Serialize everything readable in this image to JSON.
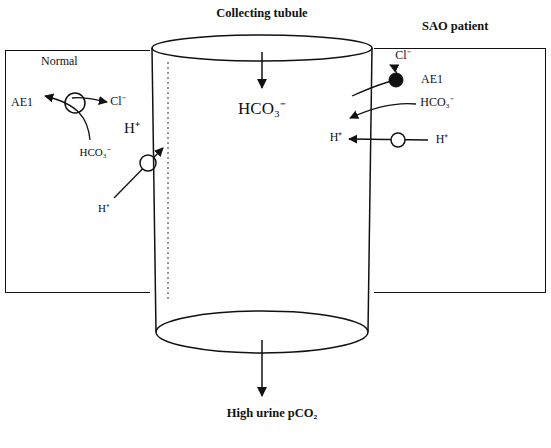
{
  "diagram": {
    "nodes": [
      {
        "text": [
          "Normal"
        ]
      },
      {
        "text": [
          "Collecting tubule",
          "HCO₃⁻"
        ]
      },
      {
        "text": [
          "SAO patient"
        ]
      }
    ],
    "labels": [
      "AE1",
      "Cl⁻",
      "HCO₃⁻",
      "H⁺",
      "H⁺",
      "AE1",
      "Cl⁻",
      "HCO₃⁻",
      "H⁺",
      "H⁺",
      "High urine pCO₂"
    ]
  }
}
